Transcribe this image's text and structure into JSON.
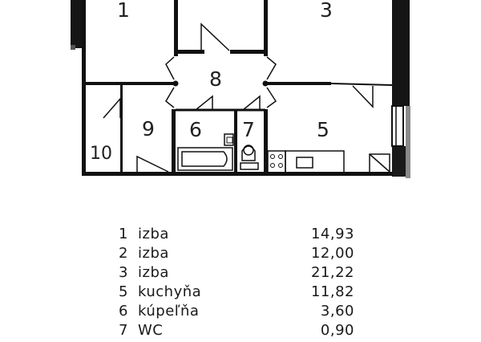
{
  "floor_plan": {
    "rooms": [
      {
        "id": "1",
        "label": "1"
      },
      {
        "id": "3",
        "label": "3"
      },
      {
        "id": "5",
        "label": "5"
      },
      {
        "id": "6",
        "label": "6"
      },
      {
        "id": "7",
        "label": "7"
      },
      {
        "id": "8",
        "label": "8"
      },
      {
        "id": "9",
        "label": "9"
      },
      {
        "id": "10",
        "label": "10"
      }
    ],
    "colors": {
      "wall": "#111111",
      "background": "#ffffff",
      "window_gray": "#8a8a8a"
    }
  },
  "legend": {
    "rows": [
      {
        "num": "1",
        "name": "izba",
        "area": "14,93"
      },
      {
        "num": "2",
        "name": "izba",
        "area": "12,00"
      },
      {
        "num": "3",
        "name": "izba",
        "area": "21,22"
      },
      {
        "num": "5",
        "name": "kuchyňa",
        "area": "11,82"
      },
      {
        "num": "6",
        "name": "kúpeľňa",
        "area": "3,60"
      },
      {
        "num": "7",
        "name": "WC",
        "area": "0,90"
      }
    ]
  }
}
